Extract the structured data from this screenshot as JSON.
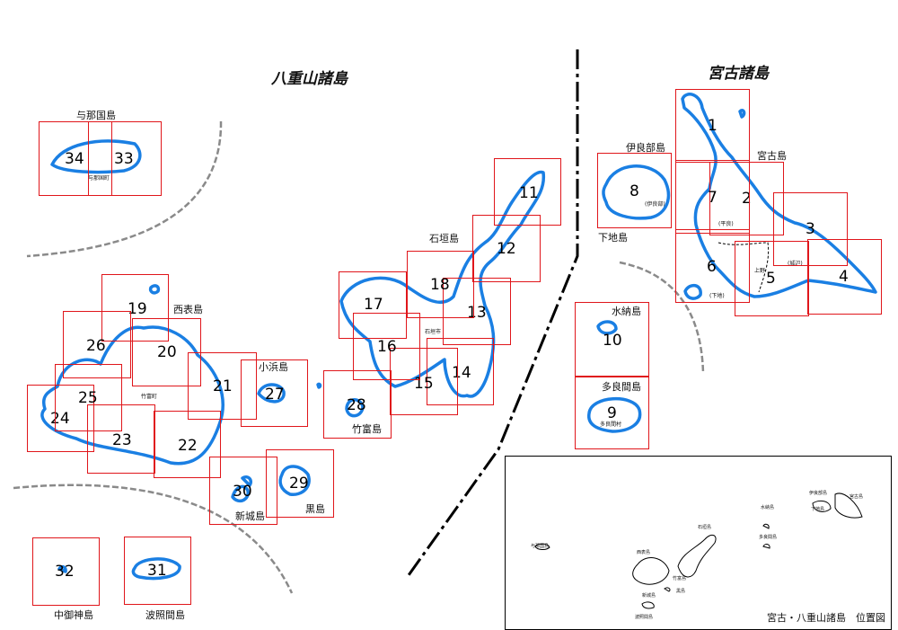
{
  "regions": {
    "yaeyama": "八重山諸島",
    "miyako": "宮古諸島"
  },
  "islands": {
    "yonaguni": "与那国島",
    "iriomote": "西表島",
    "kohama": "小浜島",
    "ishigaki": "石垣島",
    "taketomi": "竹富島",
    "aragusuku": "新城島",
    "kuro": "黒島",
    "nakanokami": "中御神島",
    "hateruma": "波照間島",
    "irabu": "伊良部島",
    "shimoji": "下地島",
    "miyako": "宮古島",
    "minna": "水納島",
    "tarama": "多良間島"
  },
  "towns": {
    "yonaguni": "与那国町",
    "taketomi": "竹富町",
    "ishigaki": "石垣市",
    "irabu": "(伊良部)",
    "hirara": "(平良)",
    "gusukube": "(城辺)",
    "shimoji": "(下地)",
    "ueno": "上野",
    "tarama": "多良間村"
  },
  "sheets": [
    "1",
    "2",
    "3",
    "4",
    "5",
    "6",
    "7",
    "8",
    "9",
    "10",
    "11",
    "12",
    "13",
    "14",
    "15",
    "16",
    "17",
    "18",
    "19",
    "20",
    "21",
    "22",
    "23",
    "24",
    "25",
    "26",
    "27",
    "28",
    "29",
    "30",
    "31",
    "32",
    "33",
    "34"
  ],
  "inset": {
    "title": "宮古・八重山諸島　位置図",
    "labels": [
      "与那国島",
      "西表島",
      "石垣島",
      "竹富島",
      "新城島",
      "黒島",
      "波照間島",
      "水納島",
      "多良間島",
      "伊良部島",
      "下地島",
      "宮古島"
    ]
  },
  "colors": {
    "sheet_border": "#e0161b",
    "coastline": "#1a7fe3",
    "divider": "#000000",
    "reef_arc": "#8a8a8a"
  }
}
